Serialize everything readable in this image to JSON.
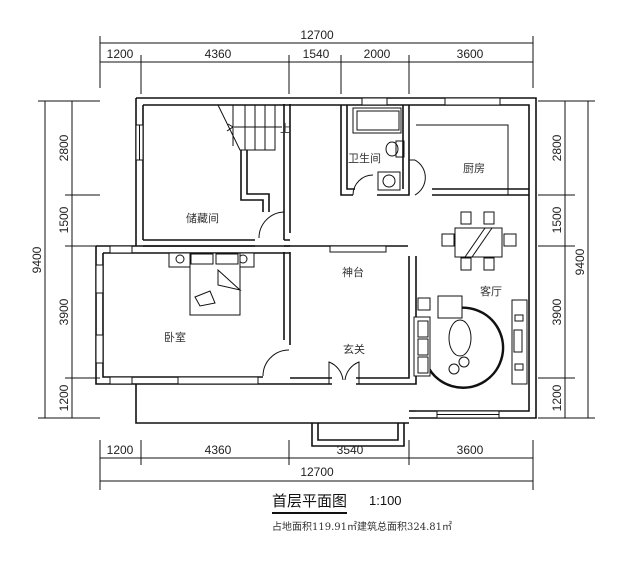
{
  "plan": {
    "title": "首层平面图",
    "scale": "1:100",
    "area_summary": "占地面积119.91㎡建筑总面积324.81㎡"
  },
  "dimensions": {
    "top_total": "12700",
    "top_segments": [
      "1200",
      "4360",
      "1540",
      "2000",
      "3600"
    ],
    "bottom_total": "12700",
    "bottom_segments": [
      "1200",
      "4360",
      "3540",
      "3600"
    ],
    "left_total": "9400",
    "left_segments": [
      "2800",
      "1500",
      "3900",
      "1200"
    ],
    "right_total": "9400",
    "right_segments": [
      "2800",
      "1500",
      "3900",
      "1200"
    ]
  },
  "rooms": {
    "storage": "储藏间",
    "bathroom": "卫生间",
    "kitchen": "厨房",
    "shrine": "神台",
    "living": "客厅",
    "bedroom": "卧室",
    "foyer": "玄关",
    "stair_up": "上"
  },
  "colors": {
    "line": "#111111",
    "text": "#333333",
    "background": "#ffffff"
  }
}
